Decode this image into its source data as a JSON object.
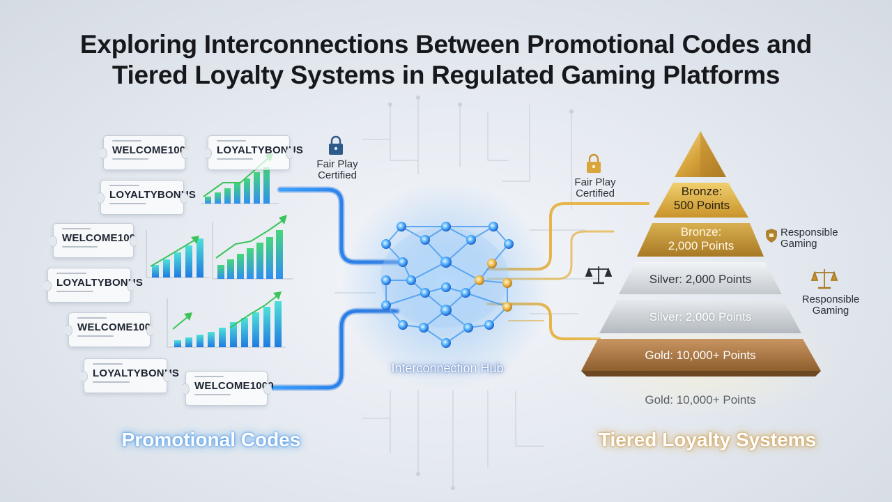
{
  "title": {
    "line1": "Exploring Interconnections Between Promotional Codes and",
    "line2": "Tiered Loyalty Systems in Regulated Gaming Platforms"
  },
  "promo_codes": [
    "WELCOME100",
    "LOYALTYBONUS",
    "LOYALTYBONUS",
    "WELCOME100",
    "LOYALTYBONUS",
    "WELCOME100",
    "LOYALTYBONUS",
    "WELCOME1000"
  ],
  "badges": {
    "fair_play_left": [
      "Fair Play",
      "Certified"
    ],
    "fair_play_right": [
      "Fair Play",
      "Certified"
    ],
    "responsible_1": [
      "Responsible",
      "Gaming"
    ],
    "responsible_2": [
      "Responsible",
      "Gaming"
    ]
  },
  "hub_label": "Interconnection Hub",
  "tiers": [
    {
      "line1": "Bronze:",
      "line2": "500 Points"
    },
    {
      "line1": "Bronze:",
      "line2": "2,000 Points"
    },
    {
      "line1": "Silver: 2,000 Points",
      "line2": ""
    },
    {
      "line1": "Silver: 2,000 Points",
      "line2": ""
    },
    {
      "line1": "Gold: 10,000+ Points",
      "line2": ""
    }
  ],
  "tier_below": "Gold: 10,000+ Points",
  "footer": {
    "left": "Promotional Codes",
    "right": "Tiered Loyalty Systems"
  },
  "colors": {
    "blue_accent": "#2f8ff0",
    "green_accent": "#3cc45a",
    "gold_accent": "#d4a437",
    "bronze": "#a9763a",
    "silver": "#b9bec4"
  }
}
